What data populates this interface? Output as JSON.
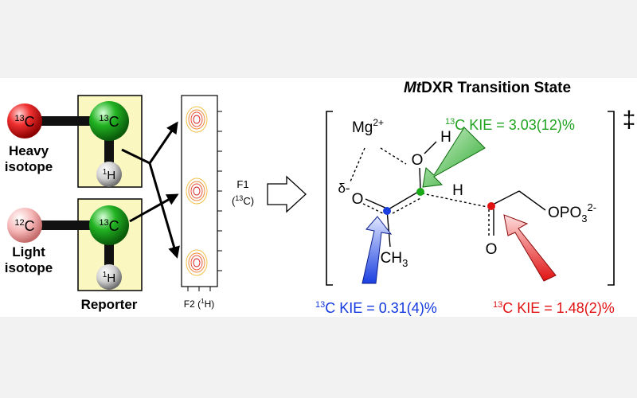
{
  "left": {
    "heavy_atom": {
      "mass": "13",
      "element": "C"
    },
    "heavy_label": [
      "Heavy",
      "isotope"
    ],
    "light_atom": {
      "mass": "12",
      "element": "C"
    },
    "light_label": [
      "Light",
      "isotope"
    ],
    "reporter_c": {
      "mass": "13",
      "element": "C"
    },
    "reporter_h": {
      "mass": "1",
      "element": "H"
    },
    "reporter_label": "Reporter"
  },
  "nmr": {
    "f1_label": "F1",
    "f1_nucleus": {
      "open": "(",
      "mass": "13",
      "element": "C",
      "close": ")"
    },
    "f2_label": {
      "prefix": "F2 (",
      "mass": "1",
      "element": "H",
      "close": ")"
    }
  },
  "ts": {
    "title_italic": "Mt",
    "title_rest": "DXR Transition State",
    "dagger": "‡",
    "mg": {
      "base": "Mg",
      "sup": "2+"
    },
    "h_top": "H",
    "o_hydroxyl": "O",
    "delta_o": {
      "base": "δ-",
      "o": "O"
    },
    "h_mid": "H",
    "ch3": {
      "base": "CH",
      "sub": "3"
    },
    "o_bottom": "O",
    "opo3": {
      "base": "OPO",
      "sub": "3",
      "sup": "2-"
    },
    "kie_green": {
      "mass": "13",
      "text": "C KIE = 3.03(12)%",
      "color": "#1fa31f"
    },
    "kie_blue": {
      "mass": "13",
      "text": "C KIE = 0.31(4)%",
      "color": "#1238e0"
    },
    "kie_red": {
      "mass": "13",
      "text": "C KIE = 1.48(2)%",
      "color": "#e01212"
    }
  }
}
